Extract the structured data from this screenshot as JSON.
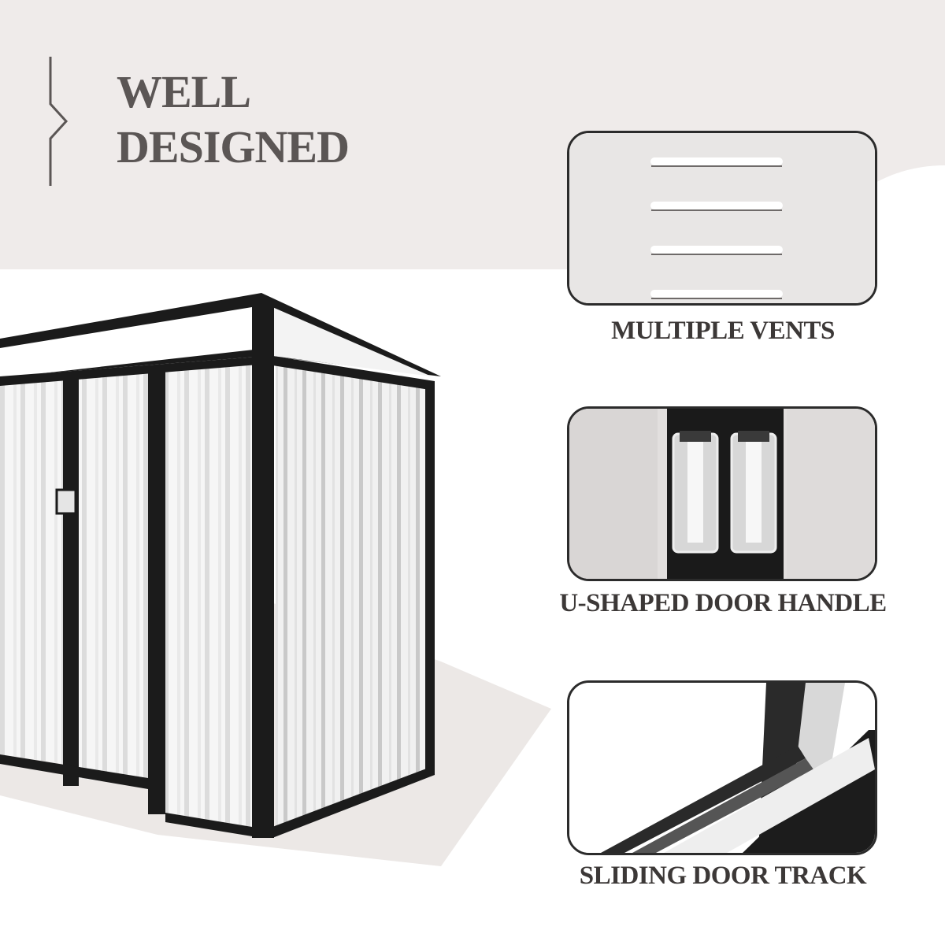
{
  "heading": {
    "line1": "WELL",
    "line2": "DESIGNED"
  },
  "features": [
    {
      "caption": "MULTIPLE  VENTS",
      "icon": "vent-detail"
    },
    {
      "caption": "U-SHAPED DOOR HANDLE",
      "icon": "door-handle-detail"
    },
    {
      "caption": "SLIDING DOOR TRACK",
      "icon": "door-track-detail"
    }
  ],
  "colors": {
    "band": "#efebea",
    "frame": "#1c1c1c",
    "panel": "#f4f4f4",
    "text": "#5b5655"
  }
}
